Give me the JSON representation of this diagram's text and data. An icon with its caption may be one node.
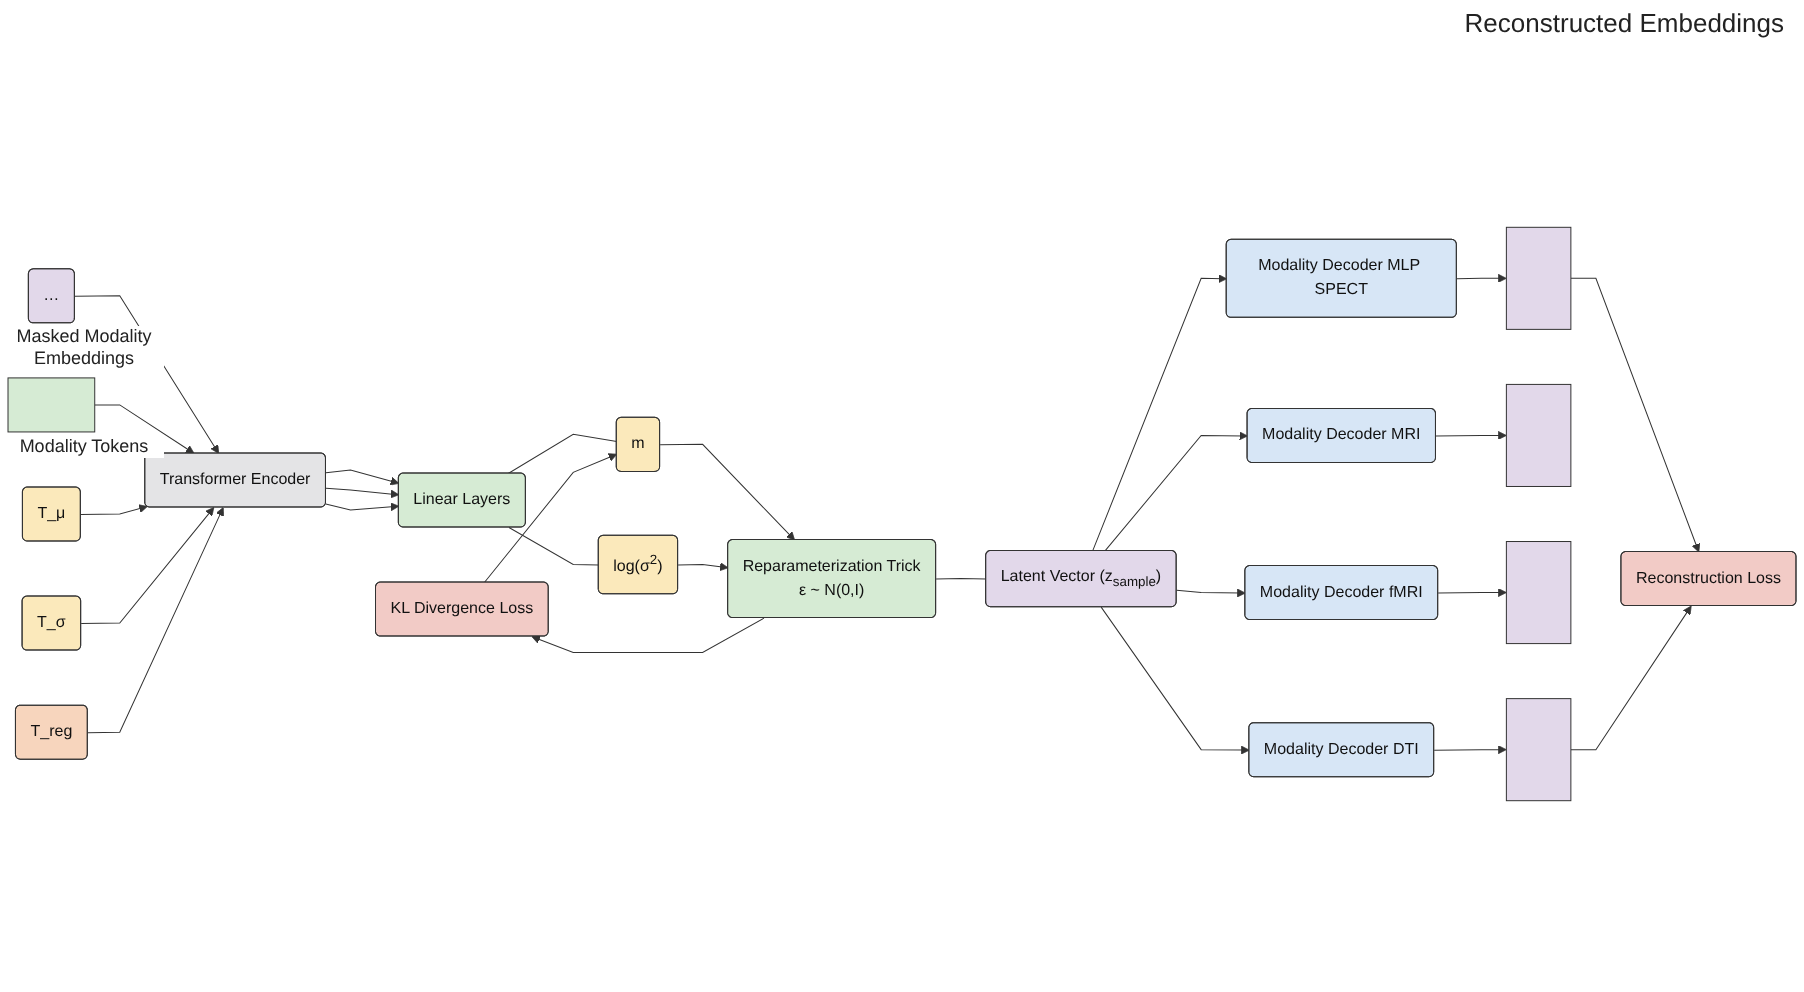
{
  "diagram": {
    "nodes": [
      {
        "text": [
          "KL Divergence Loss"
        ]
      },
      {
        "text": [
          "Linear Layers"
        ]
      },
      {
        "text": [
          "m"
        ]
      },
      {
        "text": [
          "log(σ$^{2}$)"
        ]
      },
      {
        "text": [
          "Reparameterization Trick",
          "ε ~ N(0,I)"
        ]
      },
      {
        "text": [
          "Latent Vector (z$_{sample}$)"
        ]
      },
      {
        "text": [
          "Transformer Encoder"
        ]
      },
      {
        "text": [
          "…"
        ],
        "beside": [
          "Masked Modality Embeddings"
        ]
      },
      {
        "text": [],
        "shape": "box",
        "beside": [
          "Modality Tokens"
        ]
      },
      {
        "text": [
          "T_μ"
        ]
      },
      {
        "text": [
          "T_σ"
        ]
      },
      {
        "text": [
          "T_reg"
        ]
      },
      {
        "text": [
          "Modality Decoder MLP SPECT"
        ]
      },
      {
        "text": [
          "Modality Decoder MRI"
        ]
      },
      {
        "text": [
          "Modality Decoder fMRI"
        ]
      },
      {
        "text": [
          "Modality Decoder DTI"
        ]
      },
      {
        "text": [],
        "shape": "bar"
      },
      {
        "text": [],
        "shape": "bar"
      },
      {
        "text": [],
        "shape": "bar"
      },
      {
        "text": [],
        "shape": "bar"
      },
      {
        "text": [
          "Reconstruction Loss"
        ]
      }
    ],
    "edges": [
      {
        "from": 7,
        "to": 6,
        "arrow": "to"
      },
      {
        "from": 8,
        "to": 6,
        "arrow": "to"
      },
      {
        "from": 9,
        "to": 6,
        "arrow": "to"
      },
      {
        "from": 10,
        "to": 6,
        "arrow": "to"
      },
      {
        "from": 11,
        "to": 6,
        "arrow": "to"
      },
      {
        "from": 6,
        "to": 1,
        "arrow": "to"
      },
      {
        "from": 6,
        "to": 1,
        "arrow": "to"
      },
      {
        "from": 6,
        "to": 1,
        "arrow": "to"
      },
      {
        "from": 1,
        "to": 2,
        "arrow": "none"
      },
      {
        "from": 1,
        "to": 3,
        "arrow": "none"
      },
      {
        "from": 0,
        "to": 2,
        "arrow": "to"
      },
      {
        "from": 2,
        "to": 4,
        "arrow": "to"
      },
      {
        "from": 3,
        "to": 4,
        "arrow": "to"
      },
      {
        "from": 4,
        "to": 0,
        "arrow": "to"
      },
      {
        "from": 4,
        "to": 5,
        "arrow": "none"
      },
      {
        "from": 5,
        "to": 12,
        "arrow": "to"
      },
      {
        "from": 5,
        "to": 13,
        "arrow": "to"
      },
      {
        "from": 5,
        "to": 14,
        "arrow": "to"
      },
      {
        "from": 5,
        "to": 15,
        "arrow": "to"
      },
      {
        "from": 12,
        "to": 16,
        "arrow": "to"
      },
      {
        "from": 13,
        "to": 17,
        "arrow": "to"
      },
      {
        "from": 14,
        "to": 18,
        "arrow": "to"
      },
      {
        "from": 15,
        "to": 19,
        "arrow": "to"
      },
      {
        "from": 16,
        "to": 20,
        "arrow": "to"
      },
      {
        "from": 19,
        "to": 20,
        "arrow": "to"
      }
    ],
    "labels": [
      "Reconstructed Embeddings"
    ]
  }
}
